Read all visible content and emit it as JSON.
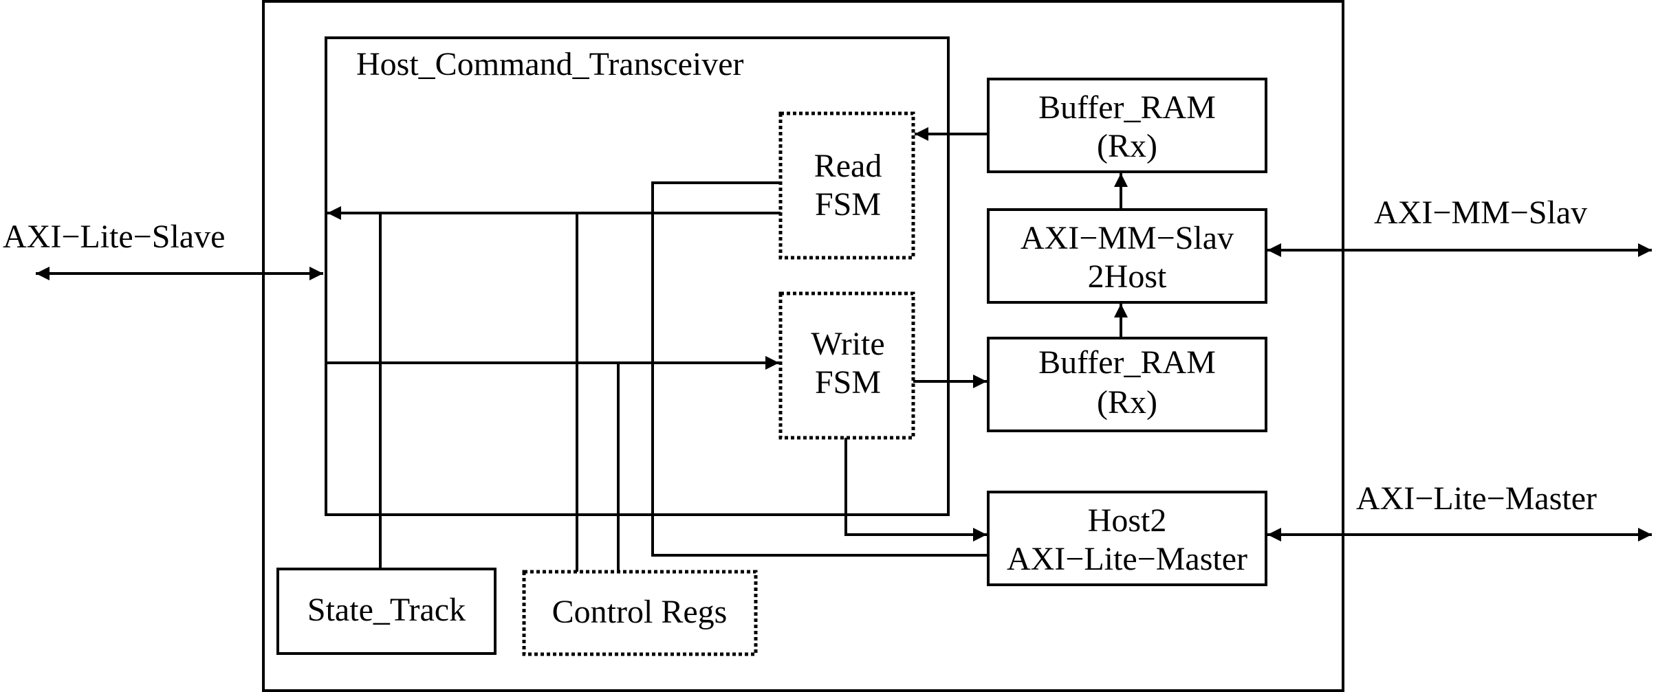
{
  "external_ports": {
    "left": "AXI−Lite−Slave",
    "right_top": "AXI−MM−Slav",
    "right_bottom": "AXI−Lite−Master"
  },
  "blocks": {
    "transceiver": "Host_Command_Transceiver",
    "read_fsm": [
      "Read",
      "FSM"
    ],
    "write_fsm": [
      "Write",
      "FSM"
    ],
    "buffer_rx_top": [
      "Buffer_RAM",
      "(Rx)"
    ],
    "mm_slave": [
      "AXI−MM−Slav",
      "2Host"
    ],
    "buffer_rx_bottom": [
      "Buffer_RAM",
      "(Rx)"
    ],
    "lite_master": [
      "Host2",
      "AXI−Lite−Master"
    ],
    "state_track": "State_Track",
    "control_regs": "Control Regs"
  },
  "colors": {
    "line": "#000000",
    "background": "#ffffff"
  }
}
